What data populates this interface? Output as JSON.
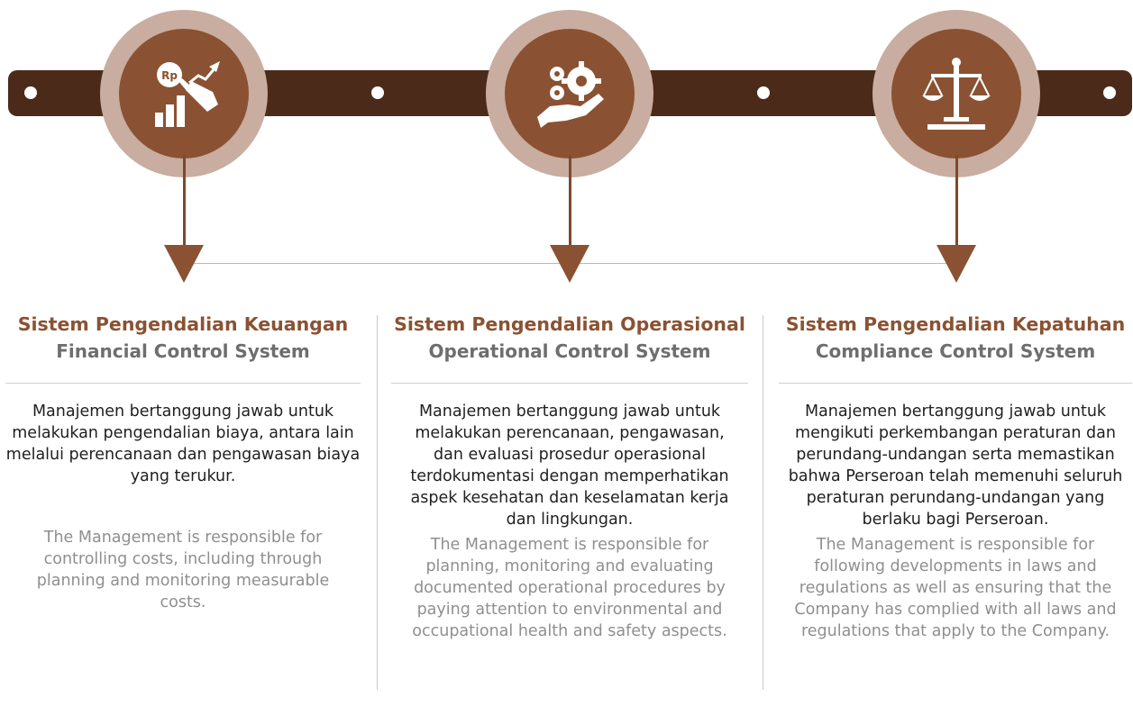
{
  "columns": [
    {
      "title_id": "Sistem Pengendalian Keuangan",
      "title_en": "Financial Control System",
      "desc_id": "Manajemen bertanggung jawab untuk melakukan pengendalian biaya, antara lain melalui perencanaan dan pengawasan biaya yang terukur.",
      "desc_en": "The Management is responsible for controlling costs, including through planning and monitoring measurable costs.",
      "icon": "rupiah-growth-icon"
    },
    {
      "title_id": "Sistem Pengendalian Operasional",
      "title_en": "Operational Control System",
      "desc_id": "Manajemen bertanggung jawab untuk melakukan perencanaan, pengawasan, dan evaluasi prosedur operasional terdokumentasi dengan memperhatikan aspek kesehatan dan keselamatan kerja dan lingkungan.",
      "desc_en": "The Management is responsible for planning, monitoring and evaluating documented operational procedures by paying attention to environmental and occupational health and safety aspects.",
      "icon": "gears-hand-icon"
    },
    {
      "title_id": "Sistem Pengendalian Kepatuhan",
      "title_en": "Compliance Control System",
      "desc_id": "Manajemen bertanggung jawab untuk mengikuti perkembangan peraturan dan perundang-undangan serta memastikan bahwa Perseroan telah memenuhi seluruh peraturan perundang-undangan yang berlaku bagi Perseroan.",
      "desc_en": "The Management is responsible for following developments in laws and regulations as well as ensuring that the Company has complied with all laws and regulations that apply to the Company.",
      "icon": "scales-icon"
    }
  ],
  "colors": {
    "bar": "#4c2a1a",
    "accent": "#8a5232",
    "ring": "#c8ada0"
  }
}
